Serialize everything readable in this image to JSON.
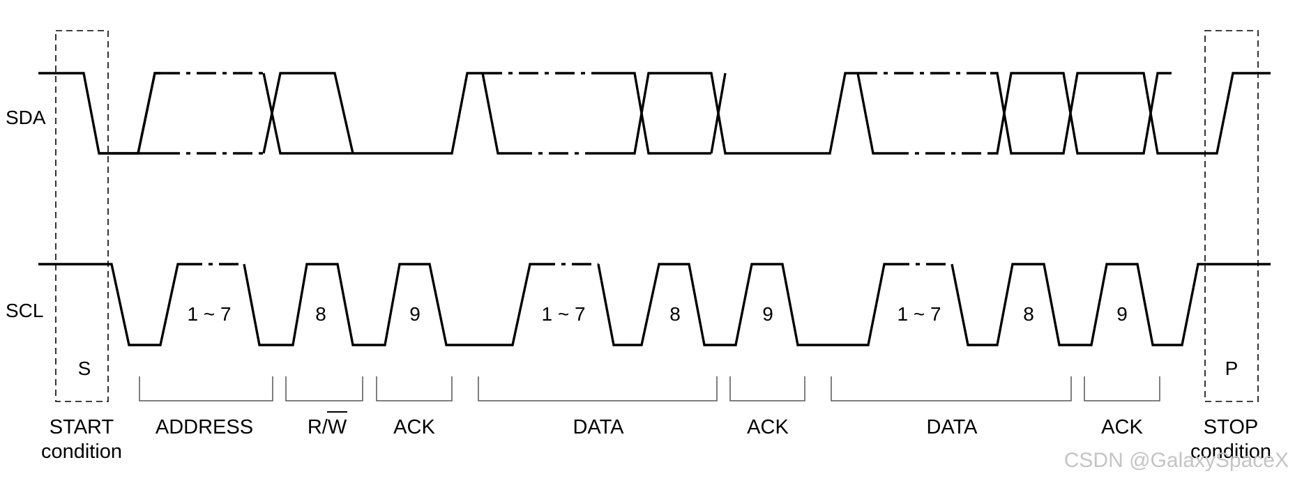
{
  "signals": {
    "sda": "SDA",
    "scl": "SCL"
  },
  "conditions": {
    "start_marker": "S",
    "start_label_1": "START",
    "start_label_2": "condition",
    "stop_marker": "P",
    "stop_label_1": "STOP",
    "stop_label_2": "condition"
  },
  "clock_labels": [
    "1 ~ 7",
    "8",
    "9",
    "1 ~ 7",
    "8",
    "9",
    "1 ~ 7",
    "8",
    "9"
  ],
  "segments": [
    "ADDRESS",
    "R/W",
    "ACK",
    "DATA",
    "ACK",
    "DATA",
    "ACK"
  ],
  "watermark": "CSDN @GalaxySpaceX"
}
